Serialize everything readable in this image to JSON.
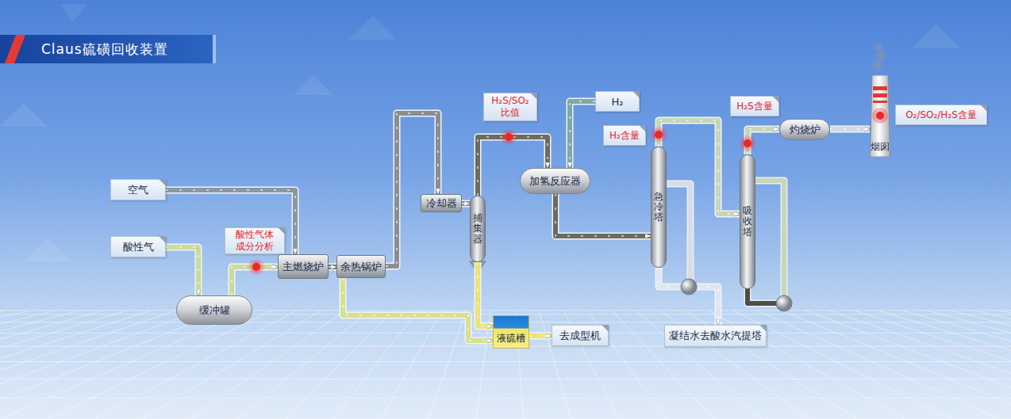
{
  "diagram": {
    "title": "Claus硫磺回收装置",
    "nodes": [
      {
        "text": [
          "空气"
        ]
      },
      {
        "text": [
          "酸性气"
        ]
      },
      {
        "text": [
          "酸性气体 成分分析"
        ]
      },
      {
        "text": [
          "缓冲罐"
        ]
      },
      {
        "text": [
          "主燃烧炉"
        ]
      },
      {
        "text": [
          "余热锅炉"
        ]
      },
      {
        "text": [
          "冷却器"
        ]
      },
      {
        "text": [
          "捕集器"
        ]
      },
      {
        "text": [
          "液硫槽"
        ]
      },
      {
        "text": [
          "去成型机"
        ]
      },
      {
        "text": [
          "H₂S/SO₂ 比值"
        ]
      },
      {
        "text": [
          "H₂"
        ]
      },
      {
        "text": [
          "加氢反应器"
        ]
      },
      {
        "text": [
          "H₂含量"
        ]
      },
      {
        "text": [
          "急冷塔"
        ]
      },
      {
        "text": [
          "凝结水去酸水汽提塔"
        ]
      },
      {
        "text": [
          "H₂S含量"
        ]
      },
      {
        "text": [
          "吸收塔"
        ]
      },
      {
        "text": [
          "灼烧炉"
        ]
      },
      {
        "text": [
          "烟囱"
        ]
      },
      {
        "text": [
          "O₂/SO₂/H₂S含量"
        ]
      }
    ],
    "edges": [
      {
        "from": 0,
        "to": 4,
        "arrow": "to"
      },
      {
        "from": 1,
        "to": 3,
        "arrow": "to"
      },
      {
        "from": 3,
        "to": 4,
        "arrow": "to"
      },
      {
        "from": 4,
        "to": 5,
        "arrow": "to"
      },
      {
        "from": 5,
        "to": 6,
        "arrow": "to"
      },
      {
        "from": 6,
        "to": 7,
        "arrow": "to"
      },
      {
        "from": 7,
        "to": 12,
        "arrow": "to"
      },
      {
        "from": 11,
        "to": 12,
        "arrow": "to"
      },
      {
        "from": 12,
        "to": 14,
        "arrow": "to"
      },
      {
        "from": 14,
        "to": 17,
        "arrow": "to"
      },
      {
        "from": 17,
        "to": 18,
        "arrow": "to"
      },
      {
        "from": 18,
        "to": 19,
        "arrow": "to"
      },
      {
        "from": 7,
        "to": 8,
        "arrow": "to"
      },
      {
        "from": 5,
        "to": 8,
        "arrow": "to"
      },
      {
        "from": 8,
        "to": 9,
        "arrow": "to"
      },
      {
        "from": 14,
        "to": 15,
        "arrow": "to"
      }
    ]
  }
}
